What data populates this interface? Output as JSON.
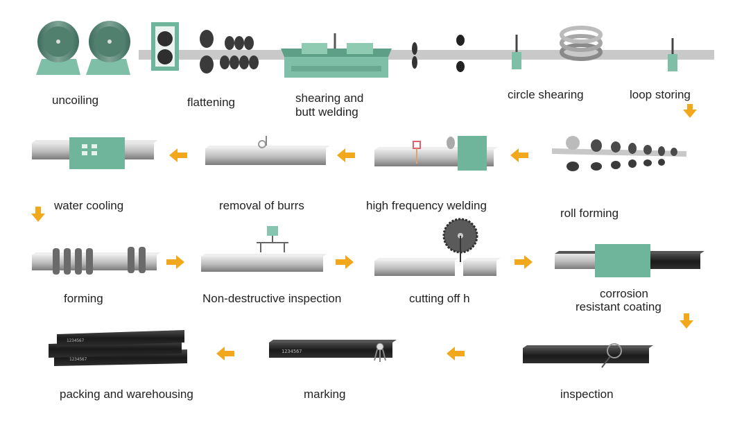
{
  "colors": {
    "machine_green": "#6fb59c",
    "machine_dark": "#3f7f6a",
    "roller": "#4a4a4a",
    "strip": "#b9b9b9",
    "tube_light": "#d4d4d4",
    "tube_dark": "#6d6d6d",
    "black_tube": "#1e1e1e",
    "arrow": "#f2a81c",
    "weld_mark": "#e06070"
  },
  "icons": [
    "coil-icon",
    "roller-icon",
    "saw-blade-icon",
    "arrow-right-icon",
    "arrow-left-icon",
    "arrow-down-icon",
    "magnifier-icon",
    "marking-pen-icon"
  ],
  "steps": {
    "uncoiling": "uncoiling",
    "flattening": "flattening",
    "shearing_line1": "shearing and",
    "shearing_line2": "butt welding",
    "circle_shearing": "circle shearing",
    "loop_storing": "loop storing",
    "water_cooling": "water cooling",
    "removal_of_burrs": "removal of burrs",
    "high_frequency_welding": "high frequency welding",
    "roll_forming": "roll forming",
    "forming": "forming",
    "non_destructive_inspection": "Non-destructive inspection",
    "cutting_off": "cutting off h",
    "coating_line1": "corrosion",
    "coating_line2": "resistant coating",
    "packing": "packing and warehousing",
    "marking": "marking",
    "inspection": "inspection"
  },
  "tube_marking_text": "1234567"
}
